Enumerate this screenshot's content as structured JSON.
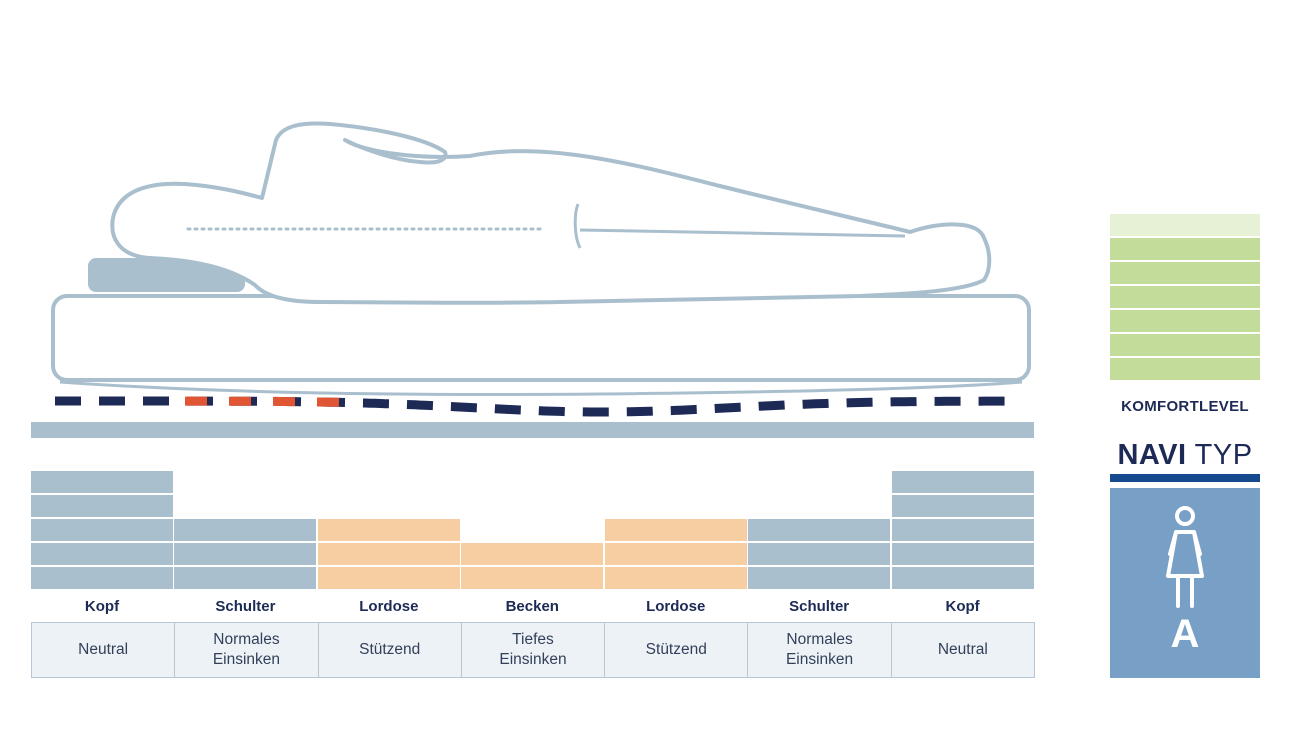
{
  "colors": {
    "outline": "#a9bfcd",
    "pillow": "#a9bfcd",
    "base_plate": "#a9bfcd",
    "line_dark": "#1d2a55",
    "line_accent": "#e05533",
    "zone_blue": "#a9bfcd",
    "zone_orange": "#f6cea2",
    "text_dark": "#1d2a55",
    "navi_rule": "#154a8e",
    "navi_card": "#789fc6"
  },
  "zones": [
    {
      "label": "Kopf",
      "description": "Neutral",
      "level": 5,
      "color": "#a9bfcd"
    },
    {
      "label": "Schulter",
      "description": "Normales\nEinsinken",
      "level": 3,
      "color": "#a9bfcd"
    },
    {
      "label": "Lordose",
      "description": "Stützend",
      "level": 3,
      "color": "#f6cea2"
    },
    {
      "label": "Becken",
      "description": "Tiefes\nEinsinken",
      "level": 2,
      "color": "#f6cea2"
    },
    {
      "label": "Lordose",
      "description": "Stützend",
      "level": 3,
      "color": "#f6cea2"
    },
    {
      "label": "Schulter",
      "description": "Normales\nEinsinken",
      "level": 3,
      "color": "#a9bfcd"
    },
    {
      "label": "Kopf",
      "description": "Neutral",
      "level": 5,
      "color": "#a9bfcd"
    }
  ],
  "comfort": {
    "label": "KOMFORTLEVEL",
    "total_levels": 7,
    "filled_levels": 6,
    "filled_color": "#c3dc9a",
    "empty_color": "#e7f1d6"
  },
  "navi": {
    "brand": "NAVI",
    "type_word": "TYP",
    "type_letter": "A",
    "icon": "woman-figure-icon"
  }
}
